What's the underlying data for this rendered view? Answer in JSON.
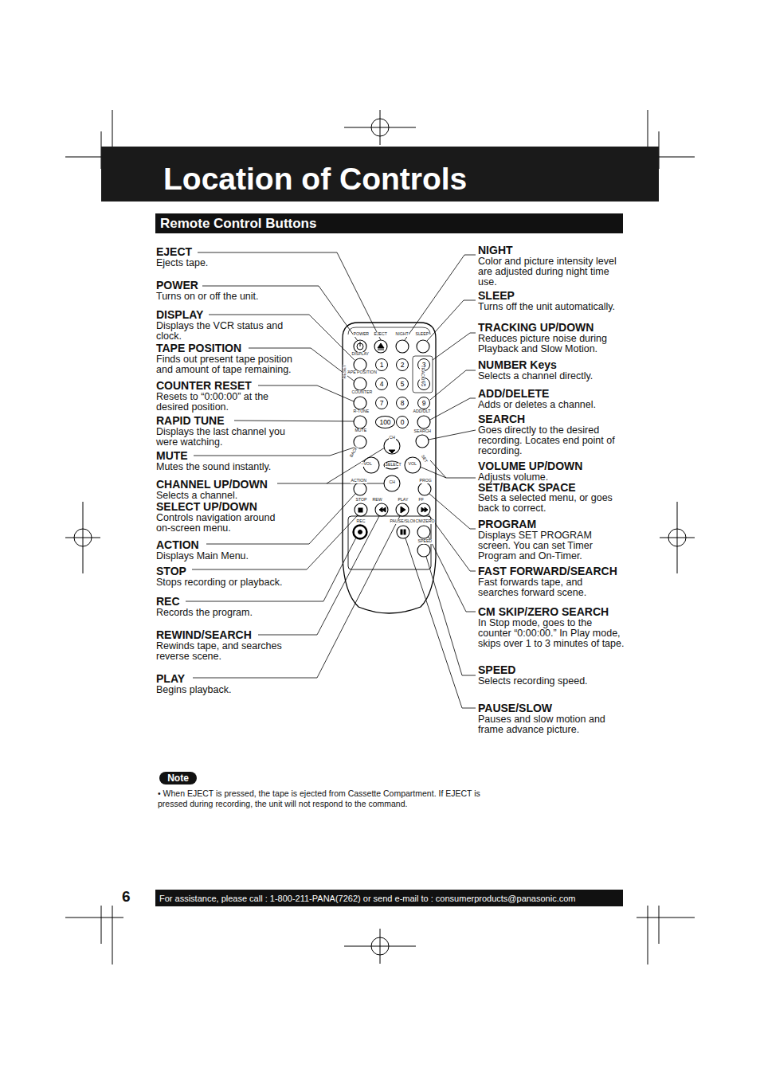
{
  "diagram": {
    "title": "Location of Controls",
    "nodes": [
      {
        "text": [
          "Remote Control Buttons"
        ]
      },
      {
        "text": [
          "1"
        ]
      },
      {
        "text": [
          "2"
        ]
      },
      {
        "text": [
          "3"
        ]
      },
      {
        "text": [
          "4"
        ]
      },
      {
        "text": [
          "5"
        ]
      },
      {
        "text": [
          "6"
        ]
      },
      {
        "text": [
          "7"
        ]
      },
      {
        "text": [
          "8"
        ]
      },
      {
        "text": [
          "9"
        ]
      },
      {
        "text": [
          "100"
        ]
      },
      {
        "text": [
          "0"
        ]
      },
      {
        "text": [
          "Note"
        ]
      },
      {
        "text": [
          "For assistance, please call : 1-800-211-PANA(7262) or send e-mail to : consumerproducts@panasonic.com"
        ]
      }
    ],
    "labels": [
      "EJECT",
      "Ejects tape.",
      "POWER",
      "Turns on or off the unit.",
      "DISPLAY",
      "Displays the VCR status and clock.",
      "TAPE POSITION",
      "Finds out present tape position and amount of tape remaining.",
      "COUNTER RESET",
      "Resets to “0:00:00” at the desired position.",
      "RAPID TUNE",
      "Displays the last channel you were watching.",
      "MUTE",
      "Mutes the sound instantly.",
      "CHANNEL UP/DOWN",
      "Selects a channel.",
      "SELECT UP/DOWN",
      "Controls navigation around on-screen menu.",
      "ACTION",
      "Displays Main Menu.",
      "STOP",
      "Stops recording or playback.",
      "REC",
      "Records the program.",
      "REWIND/SEARCH",
      "Rewinds tape, and searches reverse scene.",
      "PLAY",
      "Begins playback.",
      "NIGHT",
      "Color and picture intensity level are adjusted during night time use.",
      "SLEEP",
      "Turns off the unit automatically.",
      "TRACKING UP/DOWN",
      "Reduces picture noise during Playback and Slow Motion.",
      "NUMBER Keys",
      "Selects a channel directly.",
      "ADD/DELETE",
      "Adds or deletes a channel.",
      "SEARCH",
      "Goes directly to the desired recording. Locates end point of recording.",
      "VOLUME UP/DOWN",
      "Adjusts volume.",
      "SET/BACK SPACE",
      "Sets a selected menu, or goes back to correct.",
      "PROGRAM",
      "Displays SET PROGRAM screen. You can set Timer Program and On-Timer.",
      "FAST FORWARD/SEARCH",
      "Fast forwards tape, and searches forward scene.",
      "CM SKIP/ZERO SEARCH",
      "In Stop mode, goes to the counter “0:00:00.” In Play mode, skips over 1 to 3 minutes of tape.",
      "SPEED",
      "Selects recording speed.",
      "PAUSE/SLOW",
      "Pauses and slow motion and frame advance picture.",
      "• When EJECT is pressed, the tape is ejected from Cassette Compartment. If EJECT is pressed during recording, the unit will not respond to the command.",
      "6",
      "POWER",
      "EJECT",
      "NIGHT",
      "SLEEP",
      "DISPLAY",
      "TAPE POSITION",
      "COUNTER",
      "RESET",
      "R-TUNE",
      "ADD/DLT",
      "MUTE",
      "SEARCH",
      "TRACKING",
      "CH",
      "–VOL",
      "SELECT",
      "VOL",
      "BACK",
      "SET",
      "ACTION",
      "CH",
      "PROG",
      "STOP",
      "REW",
      "PLAY",
      "FF",
      "REC",
      "PAUSE/SLOW",
      "CM/ZERO",
      "SPEED"
    ]
  }
}
